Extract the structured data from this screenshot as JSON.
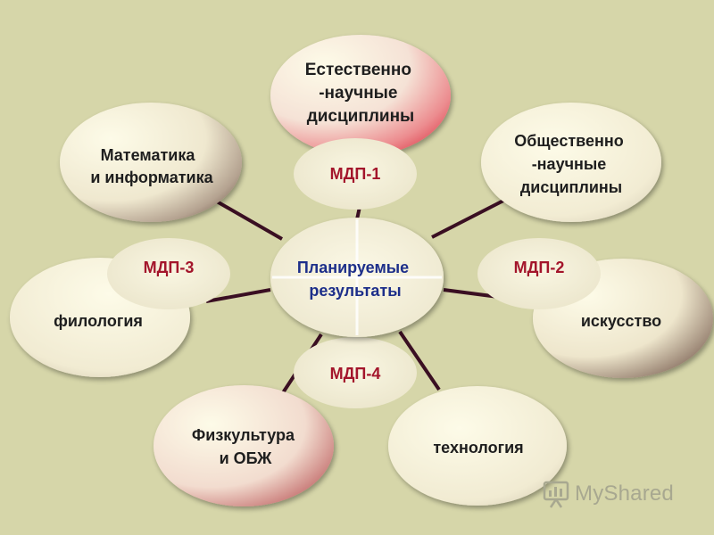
{
  "center": {
    "lines": [
      "Планируемые",
      "результаты"
    ]
  },
  "nodes": [
    {
      "id": "natural-sciences",
      "lines": [
        "Естественно",
        "-научные",
        "дисциплины"
      ]
    },
    {
      "id": "social-sciences",
      "lines": [
        "Общественно",
        "-научные",
        "дисциплины"
      ]
    },
    {
      "id": "art",
      "lines": [
        "искусство"
      ]
    },
    {
      "id": "technology",
      "lines": [
        "технология"
      ]
    },
    {
      "id": "pe-safety",
      "lines": [
        "Физкультура",
        "и ОБЖ"
      ]
    },
    {
      "id": "philology",
      "lines": [
        "филология"
      ]
    },
    {
      "id": "math-cs",
      "lines": [
        "Математика",
        "и информатика"
      ]
    }
  ],
  "mdp": [
    {
      "id": "mdp-1",
      "label": "МДП-1"
    },
    {
      "id": "mdp-2",
      "label": "МДП-2"
    },
    {
      "id": "mdp-3",
      "label": "МДП-3"
    },
    {
      "id": "mdp-4",
      "label": "МДП-4"
    }
  ],
  "watermark": {
    "text": "MyShared",
    "icon": "presentation-board-icon"
  },
  "colors": {
    "background": "#d6d6a9",
    "ellipse_light": "#fdfbe8",
    "ellipse_shadow": "#6a4f44",
    "accent_red": "#e0444f",
    "mdp_text": "#a3152b",
    "center_text": "#1d2f8a",
    "connector": "#3a0f22"
  }
}
